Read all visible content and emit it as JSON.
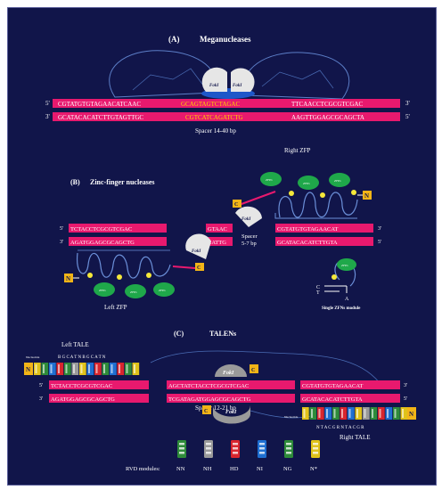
{
  "colors": {
    "background": "#11154a",
    "dna_strip": "#e8196e",
    "dna_text": "#ffffff",
    "highlight_text": "#ffd400",
    "zinc_finger": "#1fa84a",
    "fokI": "#e6e6e6",
    "fokI_gray": "#9a9a9a",
    "n_term": "#f2b417",
    "c_term": "#f2b417",
    "linker": "#e8196e"
  },
  "meganucleases": {
    "label": "(A)",
    "title": "Meganucleases",
    "fokI_left": "FokI",
    "fokI_right": "FokI",
    "strand1": {
      "prime_left": "5'",
      "left": "CGTATGTGTAGAACATCAAC",
      "middle": "GCAGTAGTCTAGAC",
      "right": "TTCAACCTCGCGTCGAC",
      "prime_right": "3'"
    },
    "strand2": {
      "prime_left": "3'",
      "left": "GCATACACATCTTGTAGTTGC",
      "middle": "CGTCATCAGATCTG",
      "right": "AAGTTGGAGCGCAGCTA",
      "prime_right": "5'"
    },
    "spacer": "Spacer 14-40 bp"
  },
  "zfn": {
    "label": "(B)",
    "title": "Zinc-finger nucleases",
    "right_zfp_label": "Right ZFP",
    "left_zfp_label": "Left ZFP",
    "zfp_text": "ZFPs",
    "n_label": "N",
    "c_label": "C",
    "fokI": "FokI",
    "left_top": {
      "prime": "5'",
      "seq": "TCTACCTCGCGTCGAC"
    },
    "left_bottom": {
      "prime": "3'",
      "seq": "AGATGGAGCGCAGCTG"
    },
    "mid_top": "GTAAC",
    "mid_bottom": "CATTG",
    "right_top": {
      "seq": "CGTATGTGTAGAACAT",
      "prime": "3'"
    },
    "right_bottom": {
      "seq": "GCATACACATCTTGTA",
      "prime": "5'"
    },
    "spacer_line1": "Spacer",
    "spacer_line2": "5-7 bp",
    "module_label": "Single ZFNs module",
    "module_c": "C",
    "module_t": "T",
    "module_a": "A"
  },
  "talen": {
    "label": "(C)",
    "title": "TALENs",
    "left_tale_label": "Left TALE",
    "right_tale_label": "Right TALE",
    "left_seq_top": "B G C A T N B G C A T N",
    "right_seq_bottom": "N T A C G R N T A C G R",
    "nucleotide_left": "Nucleotide",
    "nucleotide_right": "Nucleotide",
    "n_label": "N",
    "c_label": "C",
    "fokI": "FokI",
    "left_top": {
      "prime": "5'",
      "seq": "TCTACCTCGCGTCGAC"
    },
    "left_bottom": {
      "prime": "3'",
      "seq": "AGATGGAGCGCAGCTG"
    },
    "mid_top": "AGCTATCTACCTCGCGTCGAC",
    "mid_bottom": "TCGATAGATGGAGCGCAGCTG",
    "right_top": {
      "seq": "CGTATGTGTAGAACAT",
      "prime": "3'"
    },
    "right_bottom": {
      "seq": "GCATACACATCTTGTA",
      "prime": "5'"
    },
    "spacer": "Spacer 12-21 bp",
    "rvd_title": "RVD modules:",
    "rvd_modules": [
      {
        "name": "NN",
        "color": "#2e8b3a"
      },
      {
        "name": "NH",
        "color": "#9a9a9a"
      },
      {
        "name": "HD",
        "color": "#d8262e"
      },
      {
        "name": "NI",
        "color": "#1f6fd1"
      },
      {
        "name": "NG",
        "color": "#2e8b3a"
      },
      {
        "name": "N*",
        "color": "#e0c21a"
      }
    ]
  }
}
